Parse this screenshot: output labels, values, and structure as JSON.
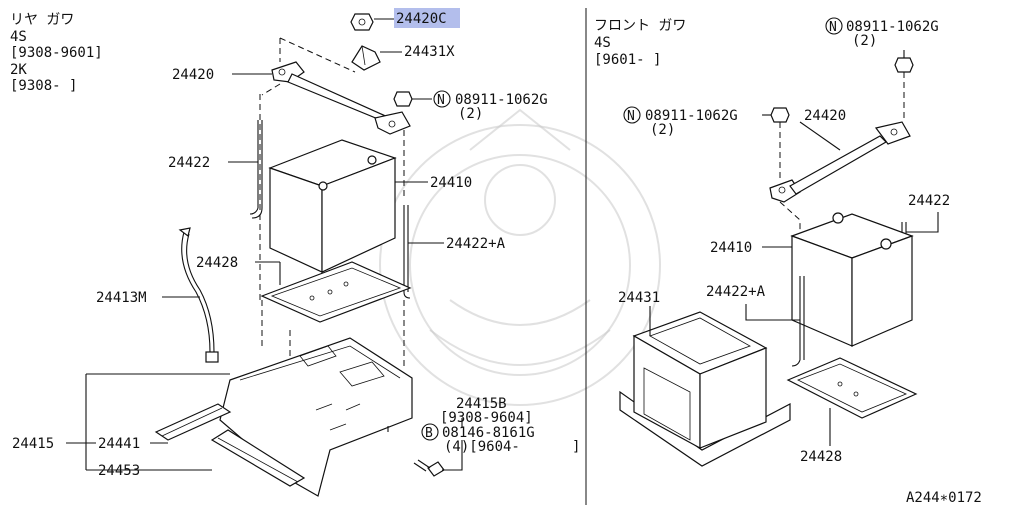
{
  "left_notes": [
    "リヤ ガワ",
    "4S",
    "[9308-9601]",
    "2K",
    "[9308-      ]"
  ],
  "right_notes": [
    "フロント ガワ",
    "4S",
    "[9601-     ]"
  ],
  "left_labels": {
    "p24420c": "24420C",
    "p24431x": "24431X",
    "p24420": "24420",
    "nut_code": "08911-1062G",
    "nut_qty": "(2)",
    "p24422": "24422",
    "p24410": "24410",
    "p24422a": "24422+A",
    "p24428": "24428",
    "p24413m": "24413M",
    "p24415": "24415",
    "p24441": "24441",
    "p24453": "24453",
    "p24415b": "24415B",
    "range1": "[9308-9604]",
    "bolt_code": "08146-8161G",
    "bolt_qty": "(4)[9604-",
    "bolt_close": "]"
  },
  "right_labels": {
    "nut_top_code": "08911-1062G",
    "nut_top_qty": "(2)",
    "nut_left_code": "08911-1062G",
    "nut_left_qty": "(2)",
    "p24420": "24420",
    "p24422": "24422",
    "p24410": "24410",
    "p24422a": "24422+A",
    "p24431": "24431",
    "p24428": "24428"
  },
  "symbols": {
    "n": "N",
    "b": "B"
  },
  "highlight_color": "#9aa8e6",
  "footer_code": "A244∗0172"
}
